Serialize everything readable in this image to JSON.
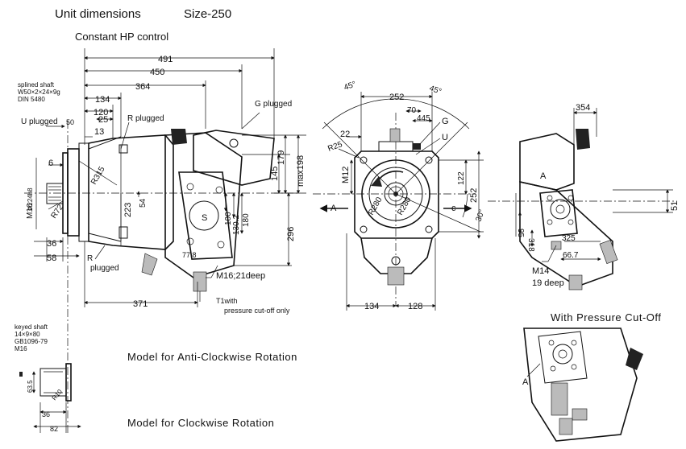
{
  "header": {
    "title": "Unit dimensions",
    "size": "Size-250",
    "subtitle": "Constant HP control"
  },
  "captions": {
    "anticlockwise": "Model for Anti-Clockwise Rotation",
    "clockwise": "Model for Clockwise Rotation",
    "pressure_cutoff": "With Pressure Cut-Off"
  },
  "splined_shaft": {
    "line1": "splined shaft",
    "line2": "W50×2×24×9g",
    "line3": "DIN 5480"
  },
  "keyed_shaft": {
    "line1": "keyed shaft",
    "line2": "14×9×80",
    "line3": "GB1096-79",
    "line4": "M16"
  },
  "side_view": {
    "d491": "491",
    "d450": "450",
    "d364": "364",
    "d134": "134",
    "d120": "120",
    "d25": "25",
    "d13": "13",
    "d50": "50",
    "d6": "6",
    "d36": "36",
    "d58": "58",
    "d371": "371",
    "d223": "223",
    "d54": "54",
    "d100": "100",
    "d130": "130.2",
    "d180": "180",
    "d296": "296",
    "d145": "145",
    "d179": "179",
    "dmax198": "max198",
    "d77": "77.8",
    "r315": "R315",
    "r72": "R72",
    "phi224": "Φ224h8",
    "m16": "M16",
    "u_plugged": "U plugged",
    "r_plugged_top": "R plugged",
    "r_plugged_bot": "R",
    "plugged_bot": "plugged",
    "g_plugged": "G plugged",
    "s": "S",
    "m16_deep": "M16;21deep",
    "t1_line1": "T1with",
    "t1_line2": "pressure cut-off only"
  },
  "front_view": {
    "a45_left": "45°",
    "a45_right": "45°",
    "d252_top": "252",
    "d70": "70",
    "d445": "445",
    "d22": "22",
    "r25": "R25",
    "g": "G",
    "u": "U",
    "m12": "M12",
    "d122": "122",
    "d252_right": "252",
    "r280a": "R280",
    "r280b": "R280",
    "a_label": "A",
    "c_label": "c",
    "d134": "134",
    "d128": "128",
    "a30": "30°"
  },
  "right_view": {
    "d354": "354",
    "a_label": "A",
    "d51": "51",
    "d95": "95",
    "d318": "318",
    "d325": "325",
    "d667": "66.7",
    "m14": "M14",
    "deep": "19 deep"
  },
  "keyed_view": {
    "d635": "63.5",
    "d36": "36",
    "d82": "82",
    "r": "R10"
  },
  "cutoff_view": {
    "a_label": "A"
  }
}
